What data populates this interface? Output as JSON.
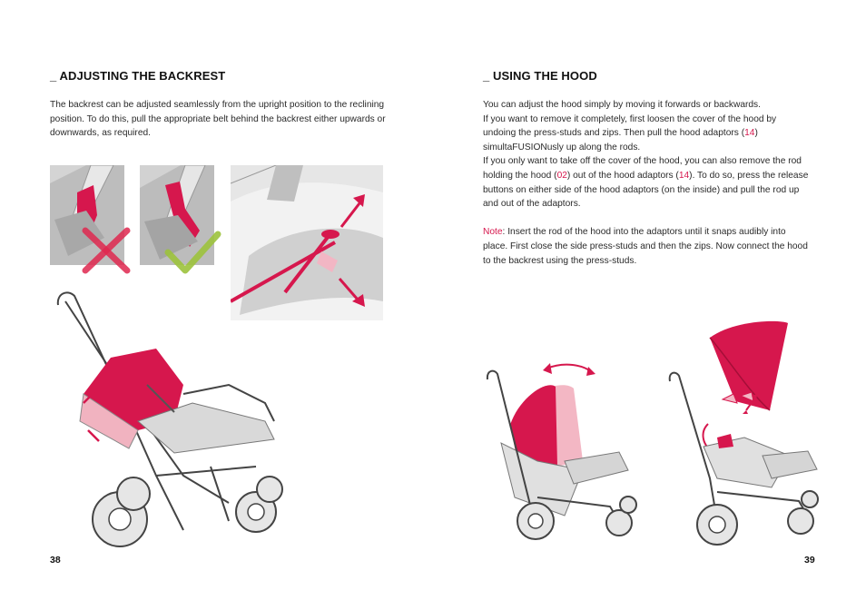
{
  "colors": {
    "accent": "#d6174d",
    "check_green": "#9cc23c",
    "cross_red": "#e0284f"
  },
  "left": {
    "heading": "_ ADJUSTING THE BACKREST",
    "body": "The backrest can be adjusted seamlessly from the upright position to the reclining position. To do this, pull the appropriate belt behind the backrest either upwards or downwards, as required.",
    "page_number": "38"
  },
  "right": {
    "heading": "_ USING THE HOOD",
    "p1": "You can adjust the hood simply by moving it forwards or backwards.",
    "p2_before": "If you want to remove it completely, first loosen the cover of the hood by undoing the press-studs and zips. Then pull the hood adaptors (",
    "p2_ref": "14",
    "p2_after": ") simultaFUSIONusly up along the rods.",
    "p3_a": "If you only want to take off the cover of the hood, you can also remove the rod holding the hood (",
    "p3_ref1": "02",
    "p3_b": ") out of the hood adaptors (",
    "p3_ref2": "14",
    "p3_c": "). To do so, press the release buttons on either side of the hood adaptors (on the inside) and pull the rod up and out of the adaptors.",
    "note_label": "Note",
    "note_text": ": Insert the rod of the hood into the adaptors until it snaps audibly into place. First close the side press-studs and then the zips. Now connect the hood to the backrest using the press-studs.",
    "page_number": "39"
  }
}
